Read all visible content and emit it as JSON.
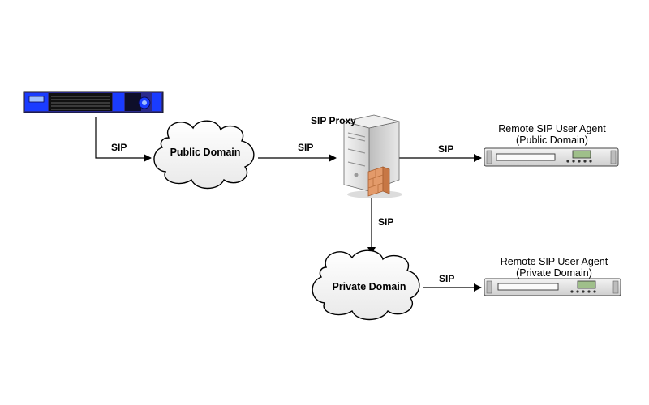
{
  "labels": {
    "sip_1": "SIP",
    "sip_2": "SIP",
    "sip_3": "SIP",
    "sip_4": "SIP",
    "sip_5": "SIP"
  },
  "nodes": {
    "public_domain": "Public Domain",
    "private_domain": "Private Domain",
    "sip_proxy": "SIP Proxy",
    "remote_public": {
      "line1": "Remote SIP User Agent",
      "line2": "(Public Domain)"
    },
    "remote_private": {
      "line1": "Remote SIP User Agent",
      "line2": "(Private Domain)"
    }
  },
  "colors": {
    "cloud_fill": "#f4f4f4",
    "rack_blue": "#1a3cff",
    "appliance_gray": "#e6e6e6",
    "display_green": "#9fbf8a",
    "server_gray": "#d9d9d9",
    "firewall_orange": "#e39a6a"
  }
}
